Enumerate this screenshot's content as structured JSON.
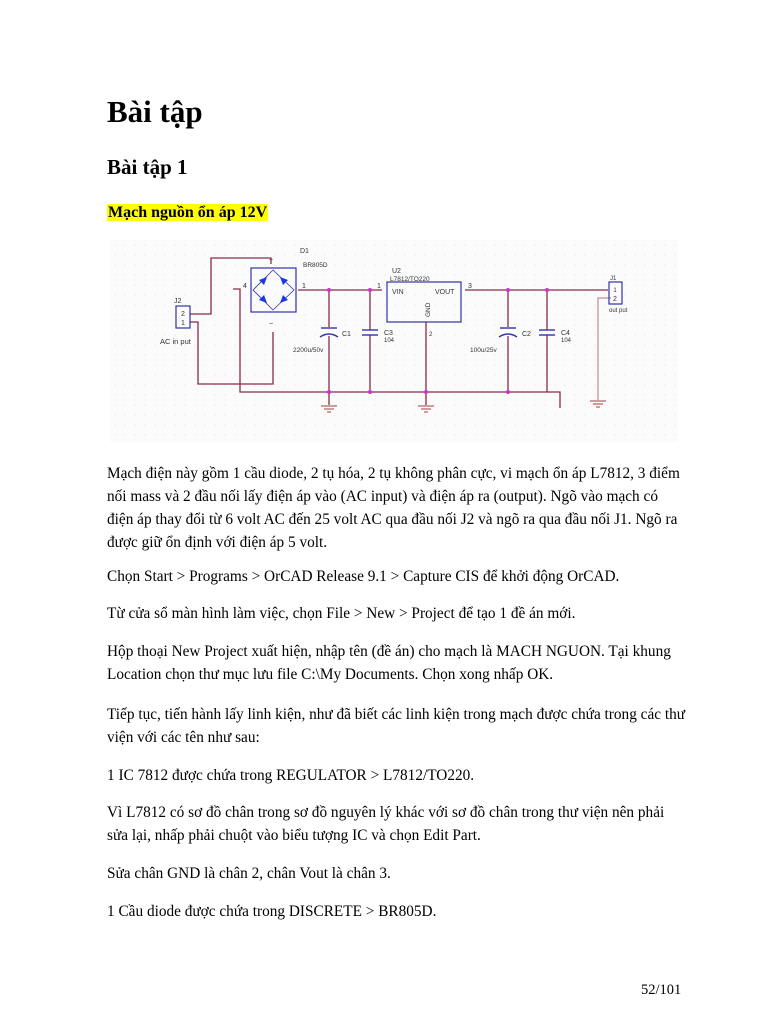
{
  "document": {
    "title": "Bài tập",
    "section_title": "Bài tập 1",
    "highlighted_heading": "Mạch nguồn ổn áp 12V",
    "highlight_color": "#ffff00",
    "page_number": "52/101"
  },
  "schematic": {
    "components": {
      "J2": {
        "ref": "J2",
        "pins": [
          "2",
          "1"
        ],
        "label": "AC in put"
      },
      "D1": {
        "ref": "D1",
        "part": "BR805D",
        "pins": {
          "ac1": "4",
          "plus": "1",
          "ac2": "~",
          "minus": "~"
        }
      },
      "C1": {
        "ref": "C1",
        "value": "2200u/50v"
      },
      "C3": {
        "ref": "C3",
        "value": "104"
      },
      "U2": {
        "ref": "U2",
        "part": "L7812/TO220",
        "pin_vin": "VIN",
        "pin_vout": "VOUT",
        "pin_gnd": "GND",
        "pin1": "1",
        "pin2": "2",
        "pin3": "3"
      },
      "C2": {
        "ref": "C2",
        "value": "100u/25v"
      },
      "C4": {
        "ref": "C4",
        "value": "104"
      },
      "J1": {
        "ref": "J1",
        "pins": [
          "1",
          "2"
        ],
        "label": "out put"
      }
    },
    "colors": {
      "wire": "#8b2a4a",
      "wire_light": "#c98a8a",
      "junction": "#cc33cc",
      "part_outline": "#3333aa",
      "diode_fill": "#1a3adf",
      "ground": "#b06060",
      "label_text": "#333333"
    }
  },
  "paragraphs": [
    "Mạch điện này gồm 1 cầu diode, 2 tụ hóa, 2 tụ không phân cực, vi mạch ổn áp L7812, 3 điểm nối mass và 2 đầu nối lấy điện áp vào (AC input) và điện áp ra (output). Ngõ vào mạch có điện áp thay đổi từ 6 volt AC đến 25 volt AC qua đầu nối J2 và ngõ ra qua đầu nối J1. Ngõ ra được giữ ổn định với điện áp 5 volt.",
    "Chọn Start > Programs > OrCAD Release 9.1 > Capture CIS để khởi động OrCAD.",
    "Từ cửa sổ màn hình làm việc, chọn File > New > Project để tạo 1 đề án mới.",
    "Hộp thoại New Project xuất hiện, nhập tên (đề án) cho mạch là MACH NGUON. Tại khung Location chọn thư mục lưu file C:\\My Documents. Chọn xong nhấp OK.",
    "Tiếp tục, tiến hành lấy linh kiện, như đã biết các linh kiện trong mạch được chứa trong các thư viện với các tên như sau:",
    "1 IC 7812 được chứa trong REGULATOR > L7812/TO220.",
    "Vì L7812 có sơ đồ chân trong sơ đồ nguyên lý khác với sơ đồ chân trong thư viện nên phải sửa lại, nhấp phải chuột vào biểu tượng IC và chọn Edit Part.",
    "Sửa chân GND là chân 2, chân Vout là chân 3.",
    "1 Cầu diode được chứa trong DISCRETE > BR805D."
  ]
}
